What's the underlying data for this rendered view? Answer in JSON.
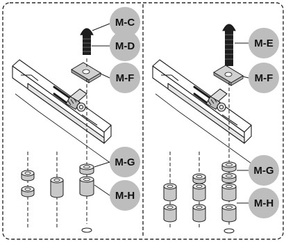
{
  "colors": {
    "callout_fill": "#bdbdbd",
    "part_fill": "#c8c8c8",
    "screw_fill": "#1e1e1e",
    "outline": "#1a1a1a",
    "border": "#2a2a2a"
  },
  "left_panel": {
    "labels": {
      "m_c": "M-C",
      "m_d": "M-D",
      "m_f": "M-F",
      "m_g": "M-G",
      "m_h": "M-H"
    }
  },
  "right_panel": {
    "labels": {
      "m_e": "M-E",
      "m_f": "M-F",
      "m_g": "M-G",
      "m_h": "M-H"
    }
  }
}
